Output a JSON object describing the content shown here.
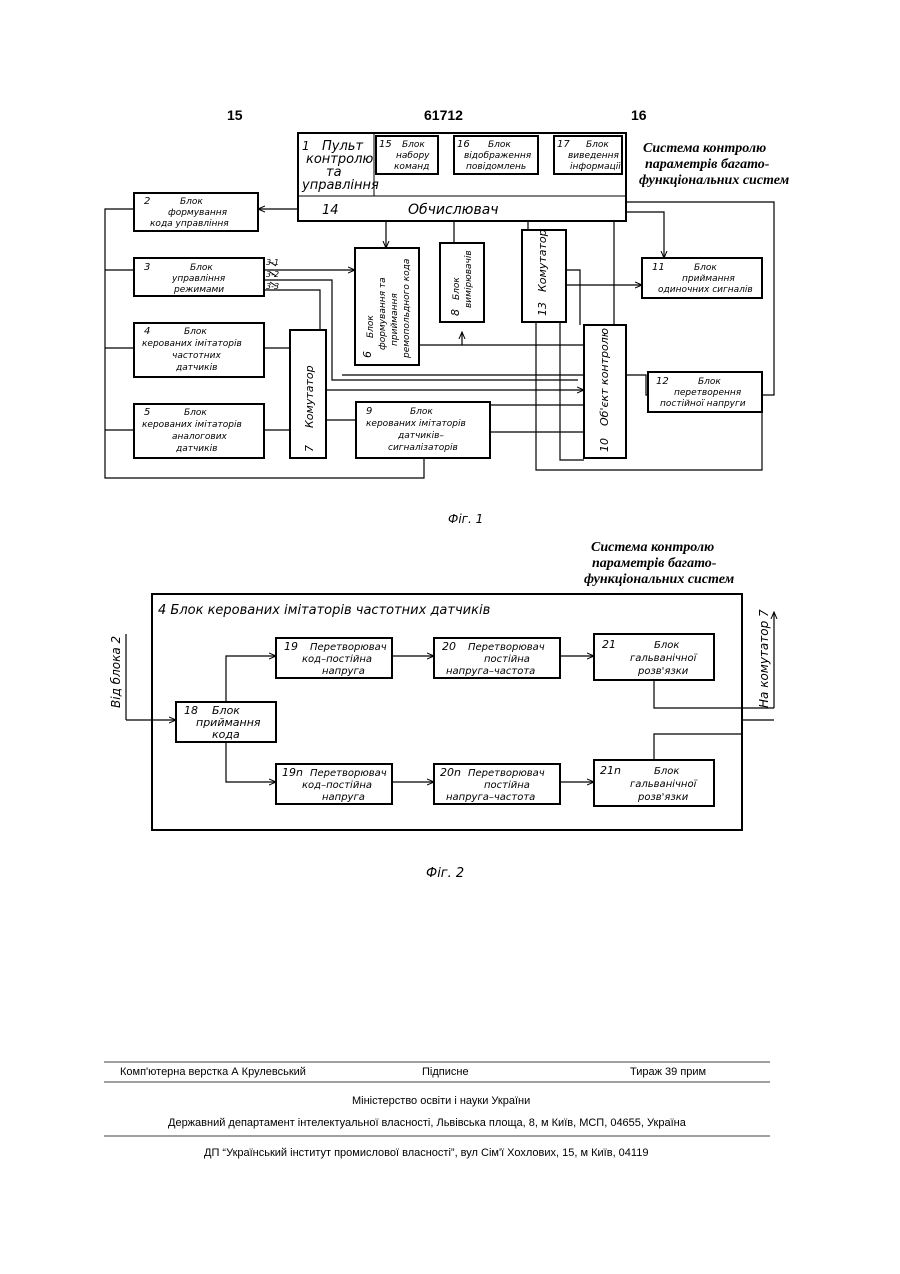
{
  "header": {
    "left_page": "15",
    "doc_number": "61712",
    "right_page": "16"
  },
  "fig1": {
    "title": [
      "Система контролю",
      "параметрів багато-",
      "функціональних систем"
    ],
    "caption": "Фіг. 1",
    "block1": {
      "num": "1",
      "lines": [
        "Пульт",
        "контролю",
        "та",
        "управління"
      ]
    },
    "block15": {
      "num": "15",
      "lines": [
        "Блок",
        "набору",
        "команд"
      ]
    },
    "block16": {
      "num": "16",
      "lines": [
        "Блок",
        "відображення",
        "повідомлень"
      ]
    },
    "block17": {
      "num": "17",
      "lines": [
        "Блок",
        "виведення",
        "інформації"
      ]
    },
    "block14": {
      "num": "14",
      "label": "Обчислювач"
    },
    "block2": {
      "num": "2",
      "lines": [
        "Блок",
        "формування",
        "кода управління"
      ]
    },
    "block3": {
      "num": "3",
      "lines": [
        "Блок",
        "управління",
        "режимами"
      ]
    },
    "block3_outputs": [
      "3-1",
      "3-2",
      "3-3"
    ],
    "block4": {
      "num": "4",
      "lines": [
        "Блок",
        "керованих імітаторів",
        "частотних",
        "датчиків"
      ]
    },
    "block5": {
      "num": "5",
      "lines": [
        "Блок",
        "керованих імітаторів",
        "аналогових",
        "датчиків"
      ]
    },
    "block6": {
      "num": "6",
      "lines": [
        "Блок",
        "формування та",
        "приймання",
        "ремопольдного кода"
      ]
    },
    "block7": {
      "num": "7",
      "label": "Комутатор"
    },
    "block8": {
      "num": "8",
      "lines": [
        "Блок",
        "вимірювачів"
      ]
    },
    "block9": {
      "num": "9",
      "lines": [
        "Блок",
        "керованих імітаторів",
        "датчиків–",
        "сигналізаторів"
      ]
    },
    "block10": {
      "num": "10",
      "label": "Об'єкт контролю"
    },
    "block11": {
      "num": "11",
      "lines": [
        "Блок",
        "приймання",
        "одиночних сигналів"
      ]
    },
    "block12": {
      "num": "12",
      "lines": [
        "Блок",
        "перетворення",
        "постійної напруги"
      ]
    },
    "block13": {
      "num": "13",
      "label": "Комутатор"
    }
  },
  "fig2": {
    "title": [
      "Система контролю",
      "параметрів багато-",
      "функціональних систем"
    ],
    "caption": "Фіг. 2",
    "frame_label": "4   Блок керованих імітаторів частотних датчиків",
    "left_input": "Від блока 2",
    "right_output": "На комутатор 7",
    "block18": {
      "num": "18",
      "lines": [
        "Блок",
        "приймання",
        "кода"
      ]
    },
    "block19": {
      "num": "19",
      "lines": [
        "Перетворювач",
        "код–постійна",
        "напруга"
      ]
    },
    "block20": {
      "num": "20",
      "lines": [
        "Перетворювач",
        "постійна",
        "напруга–частота"
      ]
    },
    "block21": {
      "num": "21",
      "lines": [
        "Блок",
        "гальванічної",
        "розв'язки"
      ]
    },
    "block19n": {
      "num": "19n",
      "lines": [
        "Перетворювач",
        "код–постійна",
        "напруга"
      ]
    },
    "block20n": {
      "num": "20n",
      "lines": [
        "Перетворювач",
        "постійна",
        "напруга–частота"
      ]
    },
    "block21n": {
      "num": "21n",
      "lines": [
        "Блок",
        "гальванічної",
        "розв'язки"
      ]
    }
  },
  "footer": {
    "composer": "Комп'ютерна верстка А  Крулевський",
    "signed": "Підписне",
    "circulation": "Тираж 39 прим",
    "ministry": "Міністерство освіти і науки України",
    "department": "Державний департамент інтелектуальної власності, Львівська площа, 8, м  Київ, МСП, 04655, Україна",
    "institute": "ДП “Український інститут промислової власності”, вул  Сім'ї Хохлових, 15, м  Київ, 04119"
  }
}
